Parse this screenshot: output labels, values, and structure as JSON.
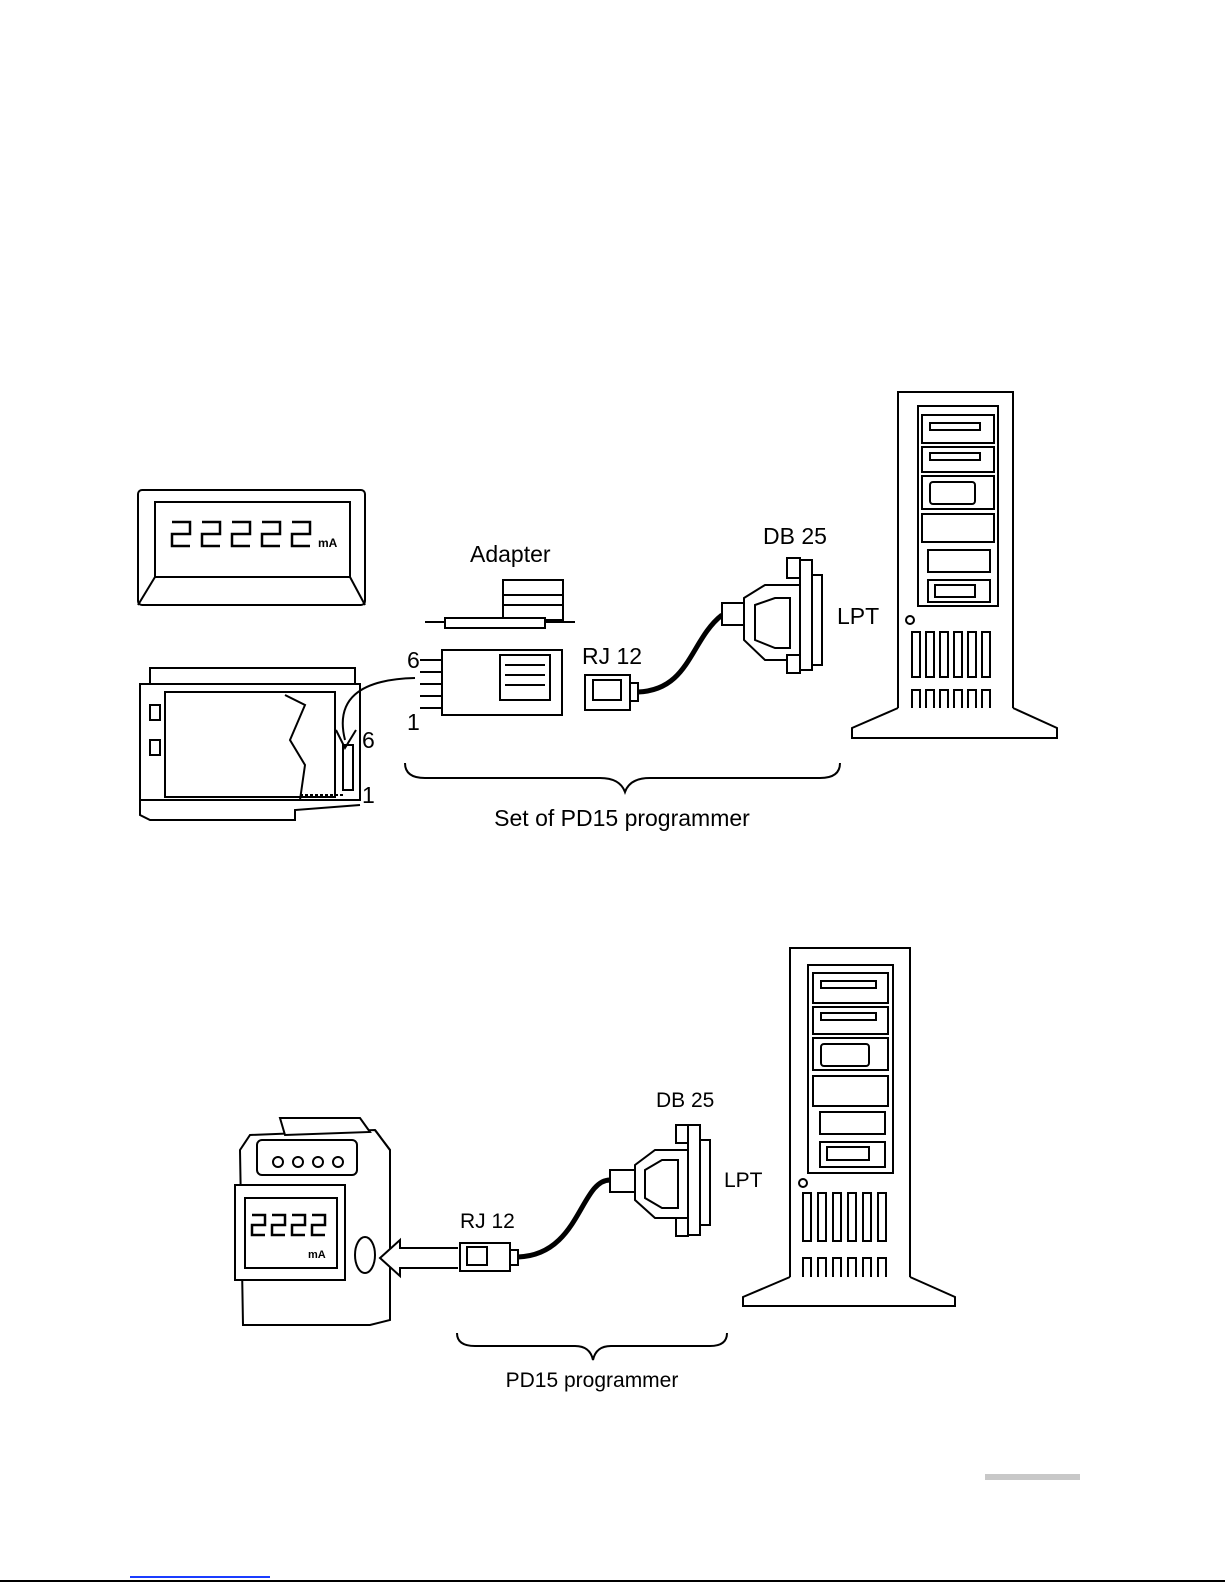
{
  "diagram1": {
    "adapter_label": "Adapter",
    "db25_label": "DB 25",
    "lpt_label": "LPT",
    "rj12_label": "RJ 12",
    "pin6_left": "6",
    "pin1_left": "1",
    "pin6_right": "6",
    "pin1_right": "1",
    "brace_caption": "Set of PD15 programmer",
    "display_unit": "mA"
  },
  "diagram2": {
    "db25_label": "DB 25",
    "lpt_label": "LPT",
    "rj12_label": "RJ 12",
    "brace_caption": "PD15 programmer",
    "display_unit": "mA"
  }
}
